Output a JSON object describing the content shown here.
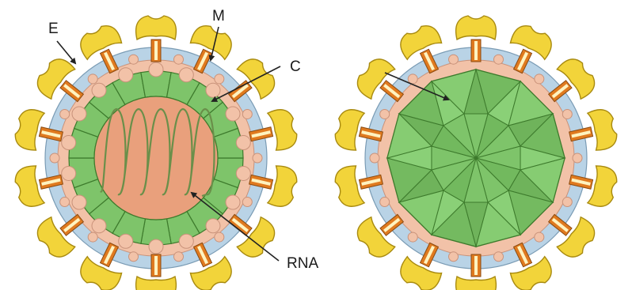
{
  "labels": {
    "envelope": "E",
    "membrane": "M",
    "capsid": "C",
    "genome": "RNA"
  },
  "colors": {
    "spike": "#f2d43a",
    "spike_outline": "#a88a10",
    "spike_foot": "#e07a1f",
    "membrane_layer": "#b9d3e6",
    "matrix": "#f2c2a8",
    "capsid": "#7ec46a",
    "capsid_outline": "#3d7a2c",
    "core": "#e9a07c",
    "rna": "#6a8f4a"
  }
}
